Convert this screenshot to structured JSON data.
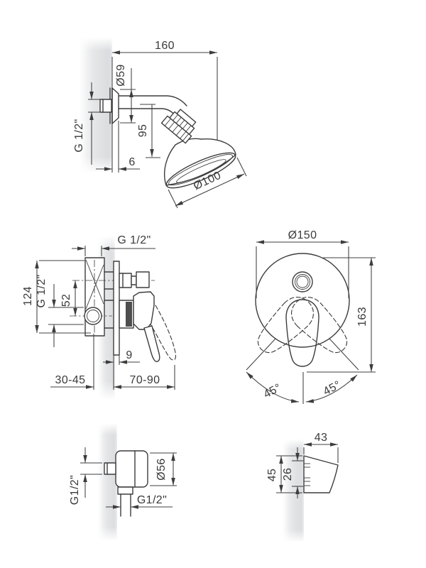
{
  "colors": {
    "line": "#3d3d3d",
    "text": "#3a3a3a",
    "shadow": "#c4c7cb",
    "background": "#ffffff"
  },
  "shower_head_view": {
    "dims": {
      "projection": "160",
      "flange_diameter": "Ø59",
      "thread": "G 1/2\"",
      "drop_height": "95",
      "flange_thickness": "6",
      "head_diameter": "Ø100"
    }
  },
  "mixer_side_view": {
    "dims": {
      "thread_top": "G 1/2\"",
      "body_height": "124",
      "thread_port": "G 1/2\"",
      "port_spacing": "52",
      "plate_thickness": "9",
      "depth_in_wall": "30-45",
      "depth_out_wall": "70-90"
    }
  },
  "mixer_front_view": {
    "dims": {
      "plate_diameter": "Ø150",
      "overall_height": "163",
      "angle_left": "45°",
      "angle_right": "45°"
    }
  },
  "outlet_view": {
    "dims": {
      "thread_wall": "G1/2\"",
      "body_diameter": "Ø56",
      "thread_bottom": "G1/2\""
    }
  },
  "handle_profile_view": {
    "dims": {
      "width": "43",
      "height": "45",
      "inner_height": "26"
    }
  }
}
